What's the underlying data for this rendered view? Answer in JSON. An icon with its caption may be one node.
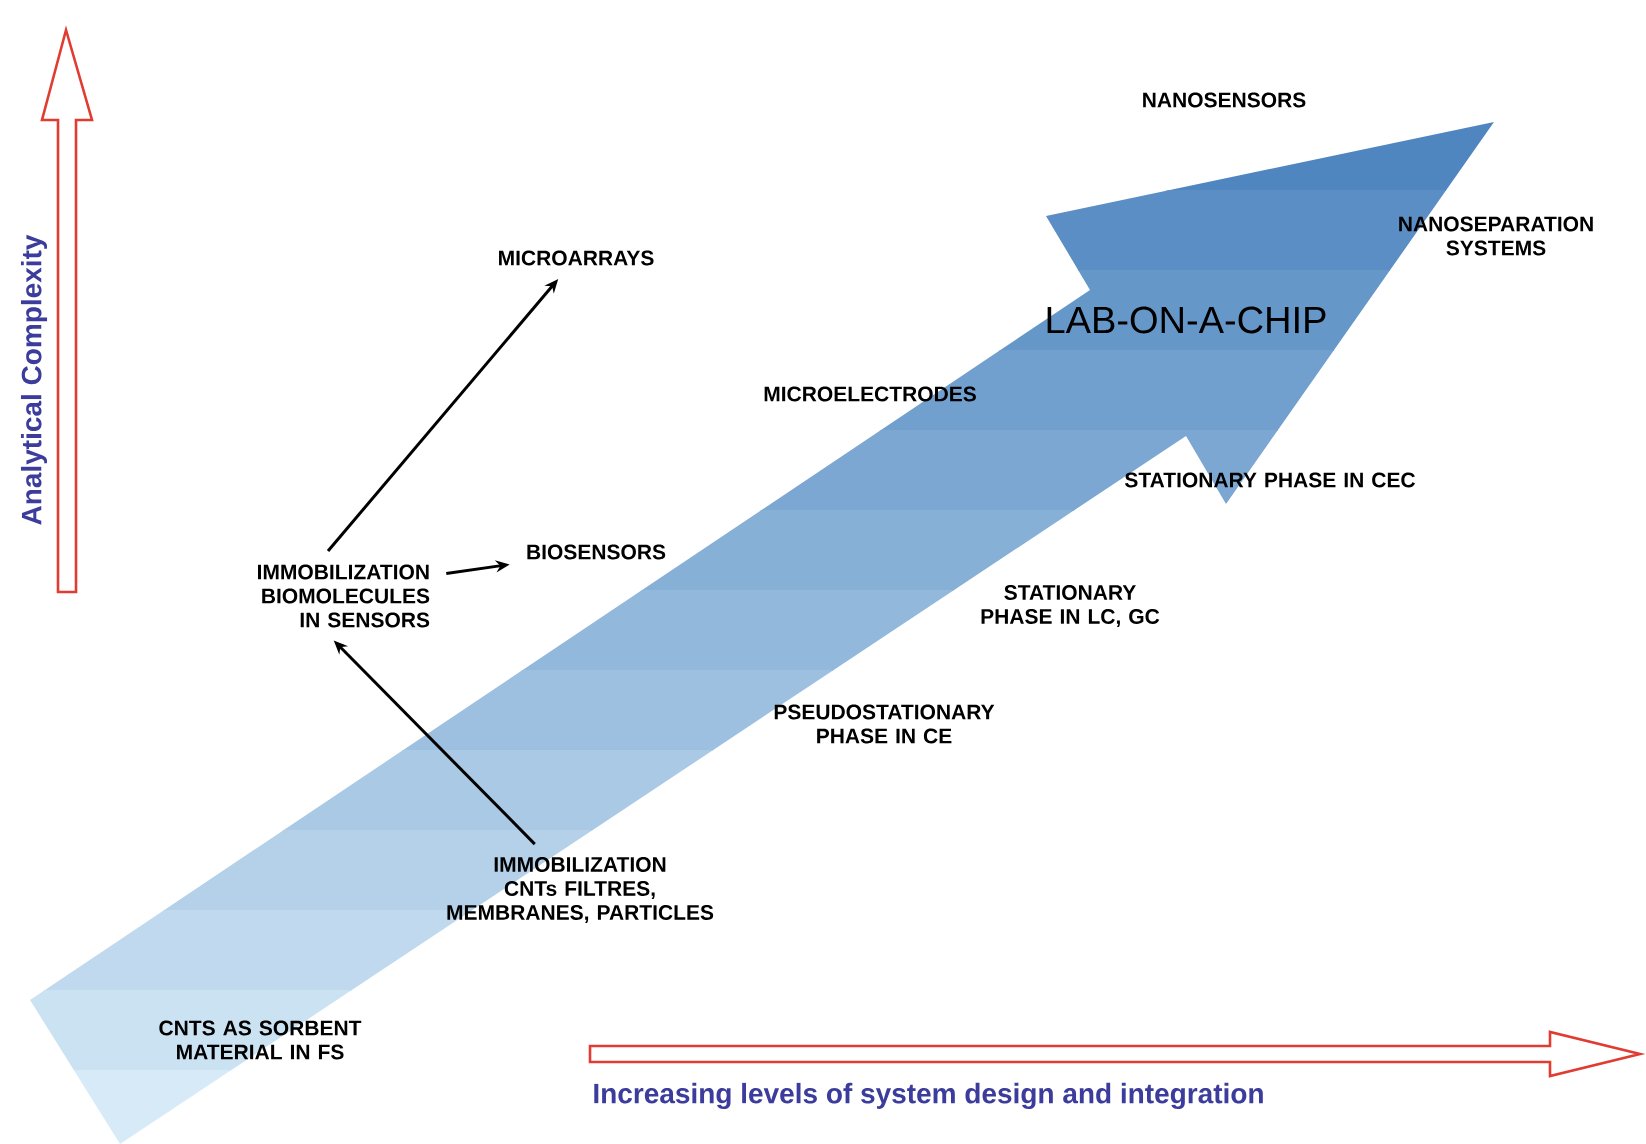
{
  "diagram": {
    "nodes": [
      {
        "text": [
          "MICROARRAYS"
        ]
      },
      {
        "text": [
          "BIOSENSORS"
        ]
      },
      {
        "text": [
          "IMMOBILIZATION BIOMOLECULES IN SENSORS"
        ]
      },
      {
        "text": [
          "IMMOBILIZATION CNTs FILTRES, MEMBRANES, PARTICLES"
        ]
      }
    ],
    "edges": [
      {
        "from": 3,
        "to": 2,
        "arrow": "to"
      },
      {
        "from": 2,
        "to": 1,
        "arrow": "to"
      },
      {
        "from": 2,
        "to": 0,
        "arrow": "to"
      }
    ],
    "labels": [
      "Analytical Complexity",
      "NANOSENSORS",
      "NANOSEPARATION SYSTEMS",
      "LAB-ON-A-CHIP",
      "MICROELECTRODES",
      "STATIONARY PHASE IN CEC",
      "STATIONARY PHASE IN LC, GC",
      "PSEUDOSTATIONARY PHASE IN CE",
      "CNTS AS SORBENT MATERIAL IN FS",
      "Increasing levels of system design and integration"
    ]
  }
}
